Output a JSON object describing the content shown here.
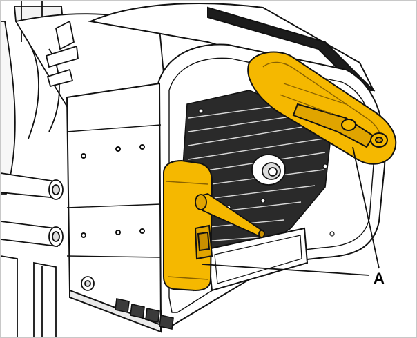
{
  "callout": {
    "label": "A"
  },
  "colors": {
    "highlight": "#f5b800",
    "highlight_dark": "#c98f00",
    "line": "#111111",
    "body_fill": "#ffffff",
    "vent_fill": "#2a2a2a"
  },
  "parts": [
    "machine-housing",
    "top-cover-highlighted",
    "side-box-highlighted",
    "cooling-fins",
    "center-hub",
    "shaft-stubs",
    "support-posts"
  ]
}
